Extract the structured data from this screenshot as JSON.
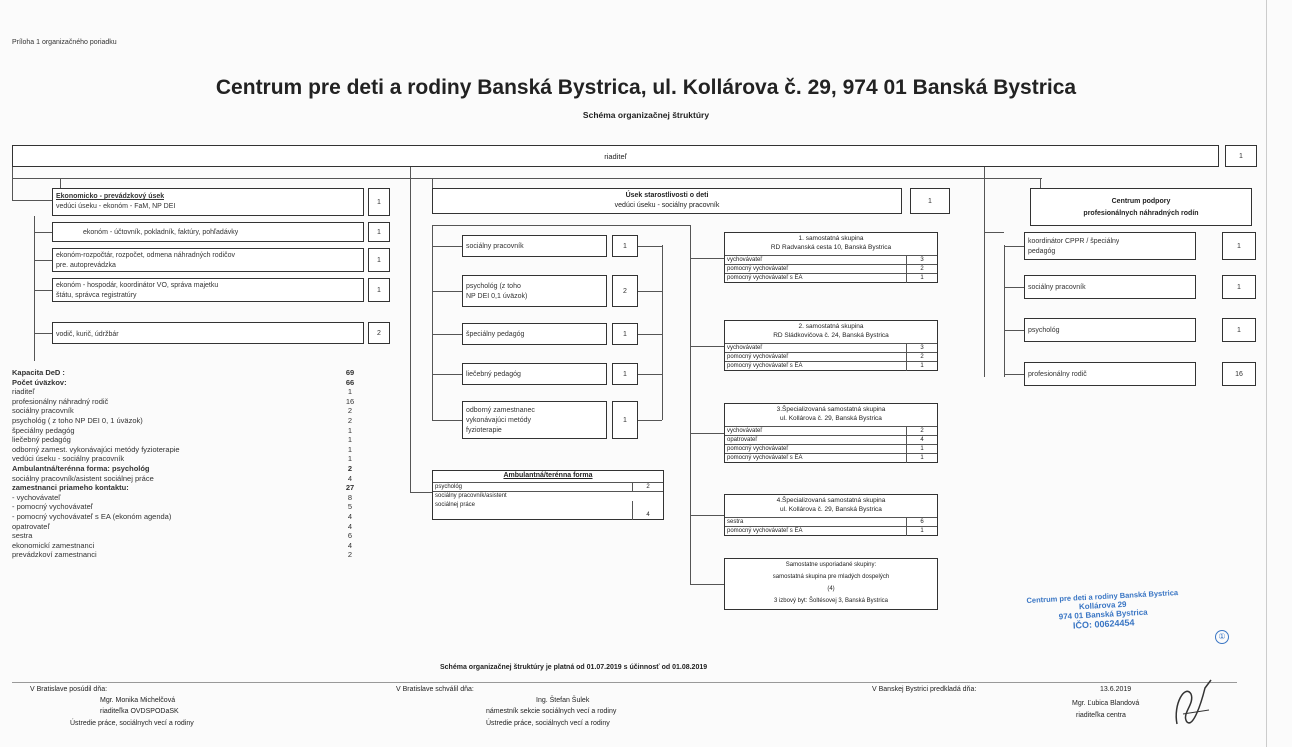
{
  "header": {
    "attachment": "Príloha 1 organizačného poriadku",
    "title": "Centrum pre deti a rodiny Banská Bystrica, ul. Kollárova č. 29, 974 01  Banská Bystrica",
    "subtitle": "Schéma organizačnej štruktúry"
  },
  "director": {
    "label": "riaditeľ",
    "count": "1"
  },
  "econ": {
    "head_line1": "Ekonomicko - prevádzkový úsek",
    "head_line2": "vedúci úseku - ekonóm - FaM, NP DEI",
    "head_count": "1",
    "items": [
      {
        "label": "ekonóm - účtovník, pokladník, faktúry, pohľadávky",
        "count": "1"
      },
      {
        "label": "ekonóm-rozpočtár, rozpočet, odmena náhradných rodičov",
        "label2": "pre. autoprevádzka",
        "count": "1"
      },
      {
        "label": "ekonóm - hospodár, koordinátor VO, správa majetku",
        "label2": "štátu, správca registratúry",
        "count": "1"
      },
      {
        "label": "vodič, kurič, údržbár",
        "count": "2"
      }
    ]
  },
  "care": {
    "head_line1": "Úsek starostlivosti o deti",
    "head_line2": "vedúci úseku - sociálny pracovník",
    "head_count": "1",
    "items": [
      {
        "label": "sociálny pracovník",
        "count": "1"
      },
      {
        "label": "psychológ (z toho",
        "label2": "NP DEI 0,1 úväzok)",
        "count": "2"
      },
      {
        "label": "špeciálny pedagóg",
        "count": "1"
      },
      {
        "label": "liečebný pedagóg",
        "count": "1"
      },
      {
        "label": "odborný zamestnanec",
        "label2": "vykonávajúci metódy",
        "label3": "fyzioterapie",
        "count": "1"
      }
    ],
    "amb": {
      "title": "Ambulantná/terénna forma",
      "rows": [
        {
          "label": "psychológ",
          "count": "2"
        },
        {
          "label": "sociálny pracovník/asistent",
          "label2": "sociálnej práce",
          "count": "4"
        }
      ]
    }
  },
  "groups": [
    {
      "title1": "1. samostatná skupina",
      "title2": "RD Radvanská cesta 10, Banská Bystrica",
      "rows": [
        {
          "label": "vychovávateľ",
          "count": "3"
        },
        {
          "label": "pomocný vychovávateľ",
          "count": "2"
        },
        {
          "label": "pomocný vychovávateľ s EA",
          "count": "1"
        }
      ]
    },
    {
      "title1": "2. samostatná skupina",
      "title2": "RD Sládkovičova č. 24, Banská Bystrica",
      "rows": [
        {
          "label": "vychovávateľ",
          "count": "3"
        },
        {
          "label": "pomocný vychovávateľ",
          "count": "2"
        },
        {
          "label": "pomocný vychovávateľ s EA",
          "count": "1"
        }
      ]
    },
    {
      "title1": "3.Špecializovaná samostatná skupina",
      "title2": "ul. Kollárova č. 29, Banská Bystrica",
      "rows": [
        {
          "label": "vychovávateľ",
          "count": "2"
        },
        {
          "label": "opatrovateľ",
          "count": "4"
        },
        {
          "label": "pomocný vychovávateľ",
          "count": "1"
        },
        {
          "label": "pomocný vychovávateľ s EA",
          "count": "1"
        }
      ]
    },
    {
      "title1": "4.Špecializovaná samostatná skupina",
      "title2": "ul. Kollárova č. 29, Banská Bystrica",
      "rows": [
        {
          "label": "sestra",
          "count": "6"
        },
        {
          "label": "pomocný vychovávateľ s EA",
          "count": "1"
        }
      ]
    }
  ],
  "note": {
    "line1": "Samostatne usporiadané skupiny:",
    "line2": "samostatná skupina pre mladých dospelých",
    "line3": "(4)",
    "line4": "3 izbový byt: Šoltésovej 3, Banská Bystrica"
  },
  "support": {
    "title1": "Centrum podpory",
    "title2": "profesionálnych náhradných rodín",
    "items": [
      {
        "label": "koordinátor CPPR / špeciálny",
        "label2": "pedagóg",
        "count": "1"
      },
      {
        "label": "sociálny pracovník",
        "count": "1"
      },
      {
        "label": "psychológ",
        "count": "1"
      },
      {
        "label": "profesionálny rodič",
        "count": "16"
      }
    ]
  },
  "stats": [
    {
      "label": "Kapacita DeD :",
      "value": "69",
      "bold": true
    },
    {
      "label": "Počet úväzkov:",
      "value": "66",
      "bold": true
    },
    {
      "label": "riaditeľ",
      "value": "1"
    },
    {
      "label": "profesionálny náhradný rodič",
      "value": "16"
    },
    {
      "label": "sociálny pracovník",
      "value": "2"
    },
    {
      "label": "psychológ ( z toho NP DEI 0, 1 úväzok)",
      "value": "2"
    },
    {
      "label": "špeciálny pedagóg",
      "value": "1"
    },
    {
      "label": "liečebný pedagóg",
      "value": "1"
    },
    {
      "label": "odborný zamest. vykonávajúci metódy fyzioterapie",
      "value": "1"
    },
    {
      "label": "vedúci úseku - sociálny pracovník",
      "value": "1"
    },
    {
      "label": "Ambulantná/terénna forma: psychológ",
      "value": "2",
      "bold": true
    },
    {
      "label": "sociálny pracovník/asistent sociálnej práce",
      "value": "4"
    },
    {
      "label": "zamestnanci priameho kontaktu:",
      "value": "27",
      "bold": true
    },
    {
      "label": "- vychovávateľ",
      "value": "8"
    },
    {
      "label": "- pomocný vychovávateľ",
      "value": "5"
    },
    {
      "label": "- pomocný vychovávateľ s EA (ekonóm agenda)",
      "value": "4"
    },
    {
      "label": "opatrovateľ",
      "value": "4"
    },
    {
      "label": "sestra",
      "value": "6"
    },
    {
      "label": "ekonomickí zamestnanci",
      "value": "4"
    },
    {
      "label": "prevádzkoví zamestnanci",
      "value": "2"
    }
  ],
  "validity": "Schéma organizačnej štruktúry je platná od 01.07.2019 s účinnosť od 01.08.2019",
  "stamp": {
    "line1": "Centrum pre deti a rodiny Banská Bystrica",
    "line2": "Kollárova 29",
    "line3": "974 01 Banská Bystrica",
    "line4": "IČO: 00624454"
  },
  "signatures": [
    {
      "place": "V Bratislave posúdil dňa:",
      "name": "Mgr. Monika Michelčová",
      "role": "riaditeľka OVDSPODaSK",
      "org": "Ústredie práce, sociálnych vecí a rodiny"
    },
    {
      "place": "V Bratislave schválil dňa:",
      "name": "Ing. Štefan Šulek",
      "role": "námestník sekcie sociálnych vecí a rodiny",
      "org": "Ústredie práce, sociálnych vecí a rodiny"
    },
    {
      "place": "V Banskej Bystrici predkladá dňa:",
      "date": "13.6.2019",
      "name": "Mgr. Ľubica Blandová",
      "role": "riaditeľka centra"
    }
  ]
}
